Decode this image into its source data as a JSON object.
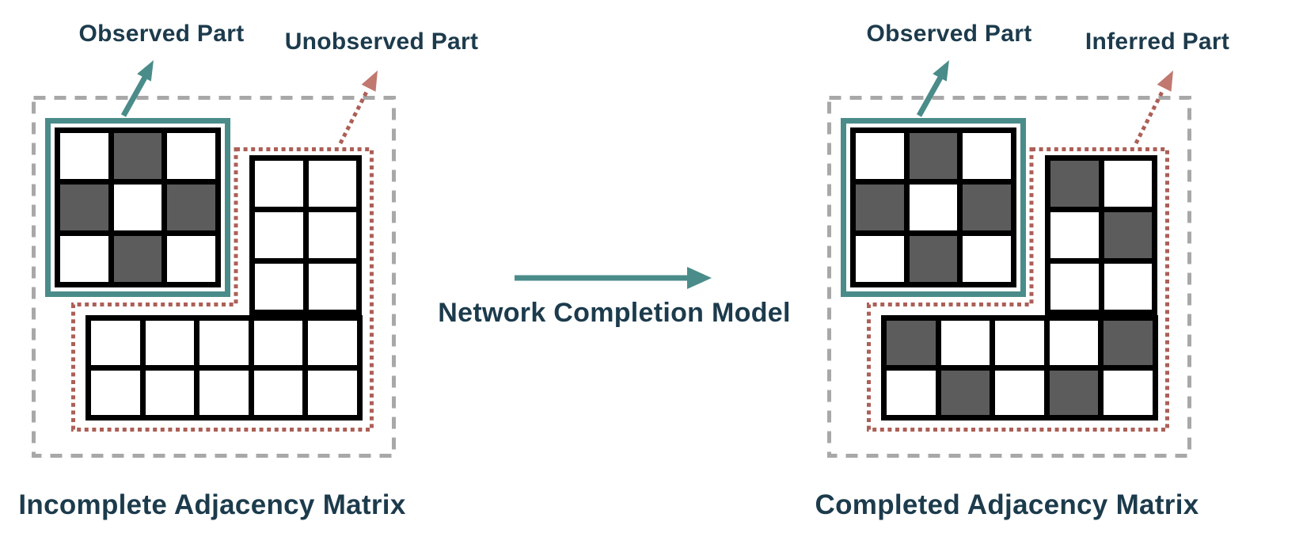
{
  "colors": {
    "background": "#FFFFFF",
    "teal": "#4A8C89",
    "red": "#AC5F57",
    "red_arrowhead": "#C1786F",
    "gray_dash": "#A8A8A8",
    "cell_dark": "#5C5C5C",
    "grid_line": "#000000",
    "text": "#1C3B4C"
  },
  "center": {
    "model_label": "Network Completion Model"
  },
  "panels": {
    "left": {
      "caption": "Incomplete Adjacency Matrix",
      "observed_label": "Observed Part",
      "hidden_label": "Unobserved Part",
      "observed_matrix": [
        [
          0,
          1,
          0
        ],
        [
          1,
          0,
          1
        ],
        [
          0,
          1,
          0
        ]
      ],
      "side_matrix": [
        [
          0,
          0
        ],
        [
          0,
          0
        ],
        [
          0,
          0
        ]
      ],
      "bottom_matrix": [
        [
          0,
          0,
          0,
          0,
          0
        ],
        [
          0,
          0,
          0,
          0,
          0
        ]
      ]
    },
    "right": {
      "caption": "Completed Adjacency Matrix",
      "observed_label": "Observed Part",
      "hidden_label": "Inferred Part",
      "observed_matrix": [
        [
          0,
          1,
          0
        ],
        [
          1,
          0,
          1
        ],
        [
          0,
          1,
          0
        ]
      ],
      "side_matrix": [
        [
          1,
          0
        ],
        [
          0,
          1
        ],
        [
          0,
          0
        ]
      ],
      "bottom_matrix": [
        [
          1,
          0,
          0,
          0,
          1
        ],
        [
          0,
          1,
          0,
          1,
          0
        ]
      ]
    }
  }
}
